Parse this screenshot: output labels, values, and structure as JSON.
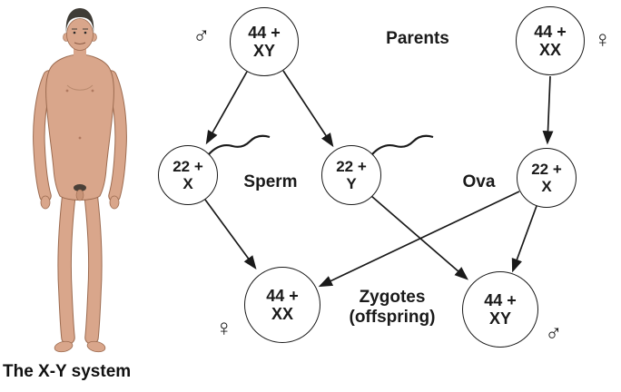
{
  "caption": "The X-Y system",
  "colors": {
    "background": "#ffffff",
    "diagram_line": "#1a1a1a",
    "skin": "#d9a68b",
    "skin_outline": "#9c6b50",
    "hair": "#3f3c36"
  },
  "diagram": {
    "labels": {
      "parents": "Parents",
      "sperm": "Sperm",
      "ova": "Ova",
      "zygotes_line1": "Zygotes",
      "zygotes_line2": "(offspring)"
    },
    "symbols": {
      "male": "♂",
      "female": "♀"
    },
    "nodes": {
      "parent_male": {
        "line1": "44 +",
        "line2": "XY"
      },
      "parent_female": {
        "line1": "44 +",
        "line2": "XX"
      },
      "sperm_x": {
        "line1": "22 +",
        "line2": "X"
      },
      "sperm_y": {
        "line1": "22 +",
        "line2": "Y"
      },
      "ovum_x": {
        "line1": "22 +",
        "line2": "X"
      },
      "zygote_female": {
        "line1": "44 +",
        "line2": "XX"
      },
      "zygote_male": {
        "line1": "44 +",
        "line2": "XY"
      }
    }
  }
}
